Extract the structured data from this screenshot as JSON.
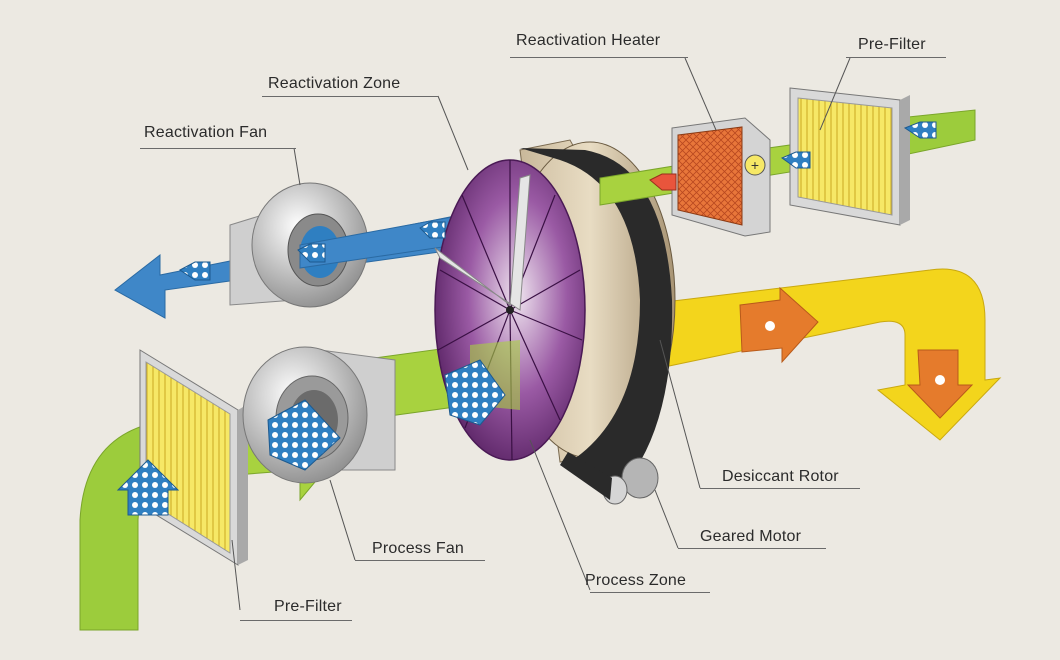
{
  "labels": {
    "reactivation_heater": "Reactivation Heater",
    "pre_filter_top": "Pre-Filter",
    "reactivation_zone": "Reactivation Zone",
    "reactivation_fan": "Reactivation Fan",
    "desiccant_rotor": "Desiccant Rotor",
    "geared_motor": "Geared Motor",
    "process_fan": "Process Fan",
    "process_zone": "Process Zone",
    "pre_filter_bottom": "Pre-Filter"
  },
  "colors": {
    "background": "#ece9e2",
    "process_air": "#9ccc3c",
    "dry_air": "#f3d51c",
    "reactivation_air": "#3f87c8",
    "heated_air": "#e9553c",
    "filter": "#f6e866",
    "rotor": "#7b3b86",
    "heater": "#e8763a"
  }
}
